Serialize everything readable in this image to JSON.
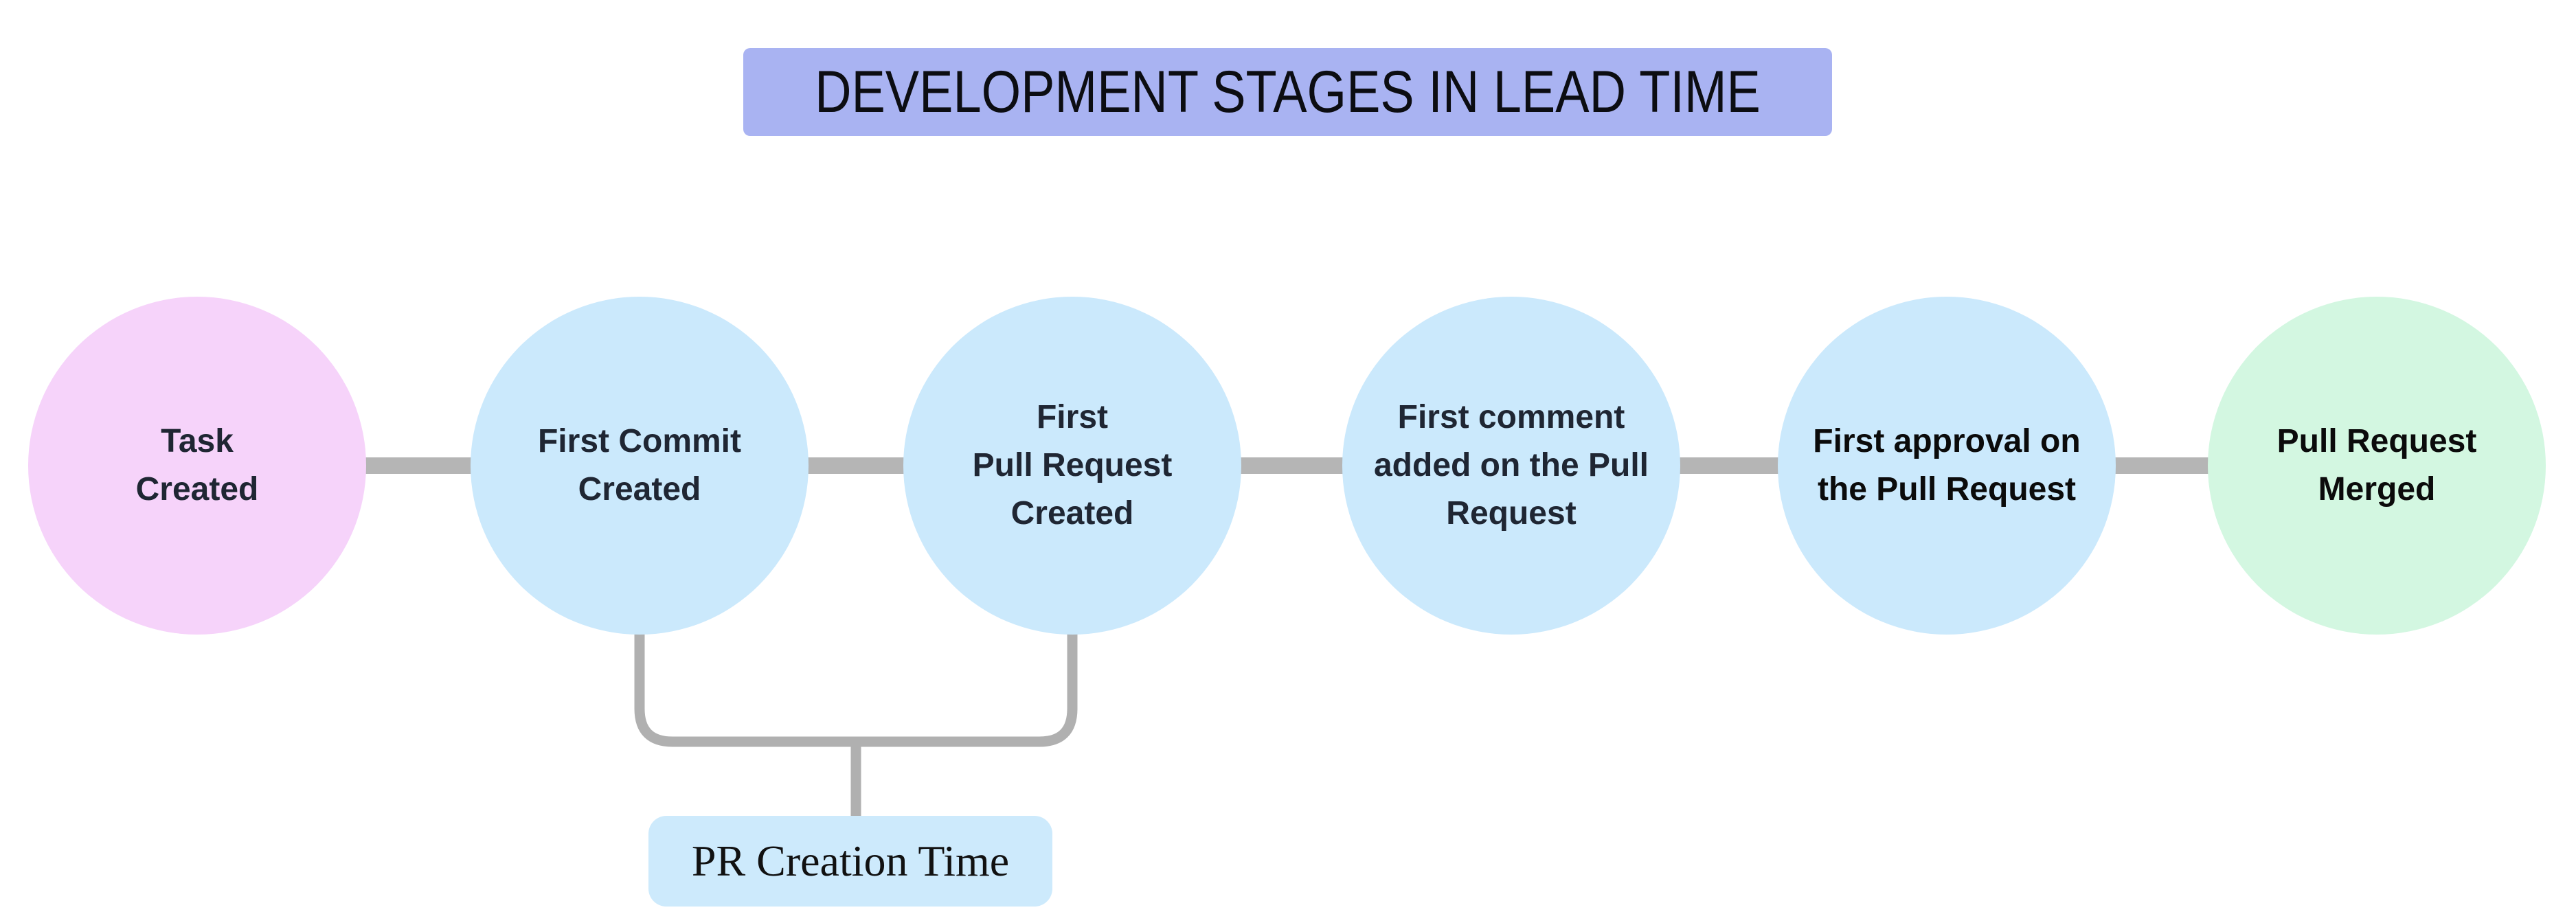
{
  "canvas": {
    "background": "#ffffff"
  },
  "title": {
    "text": "DEVELOPMENT STAGES IN LEAD TIME",
    "background": "#a9b3f2",
    "text_color": "#0c0d12"
  },
  "stages": [
    {
      "lines": [
        "Task",
        "Created"
      ],
      "full_label": "Task Created",
      "color": "#f6d3fa",
      "text_color": "#1f2633"
    },
    {
      "lines": [
        "First Commit",
        "Created"
      ],
      "full_label": "First Commit Created",
      "color": "#cbe9fc",
      "text_color": "#1f2633"
    },
    {
      "lines": [
        "First",
        "Pull Request",
        "Created"
      ],
      "full_label": "First Pull Request Created",
      "color": "#cbe9fc",
      "text_color": "#1f2633"
    },
    {
      "lines": [
        "First comment",
        "added on the Pull",
        "Request"
      ],
      "full_label": "First comment added on the Pull Request",
      "color": "#cbe9fc",
      "text_color": "#1f2633"
    },
    {
      "lines": [
        "First approval on",
        "the Pull Request"
      ],
      "full_label": "First approval on the Pull Request",
      "color": "#cbe9fc",
      "text_color": "#0b0b0b"
    },
    {
      "lines": [
        "Pull Request",
        "Merged"
      ],
      "full_label": "Pull Request Merged",
      "color": "#d3f7e1",
      "text_color": "#0b0b0b"
    }
  ],
  "annotation": {
    "label": "PR Creation Time",
    "background": "#cdeafc",
    "text_color": "#111111",
    "spans_stages": [
      "First Commit Created",
      "First Pull Request Created"
    ]
  },
  "connector": {
    "color": "#b5b5b5"
  },
  "bracket": {
    "color": "#b0b0b0"
  }
}
